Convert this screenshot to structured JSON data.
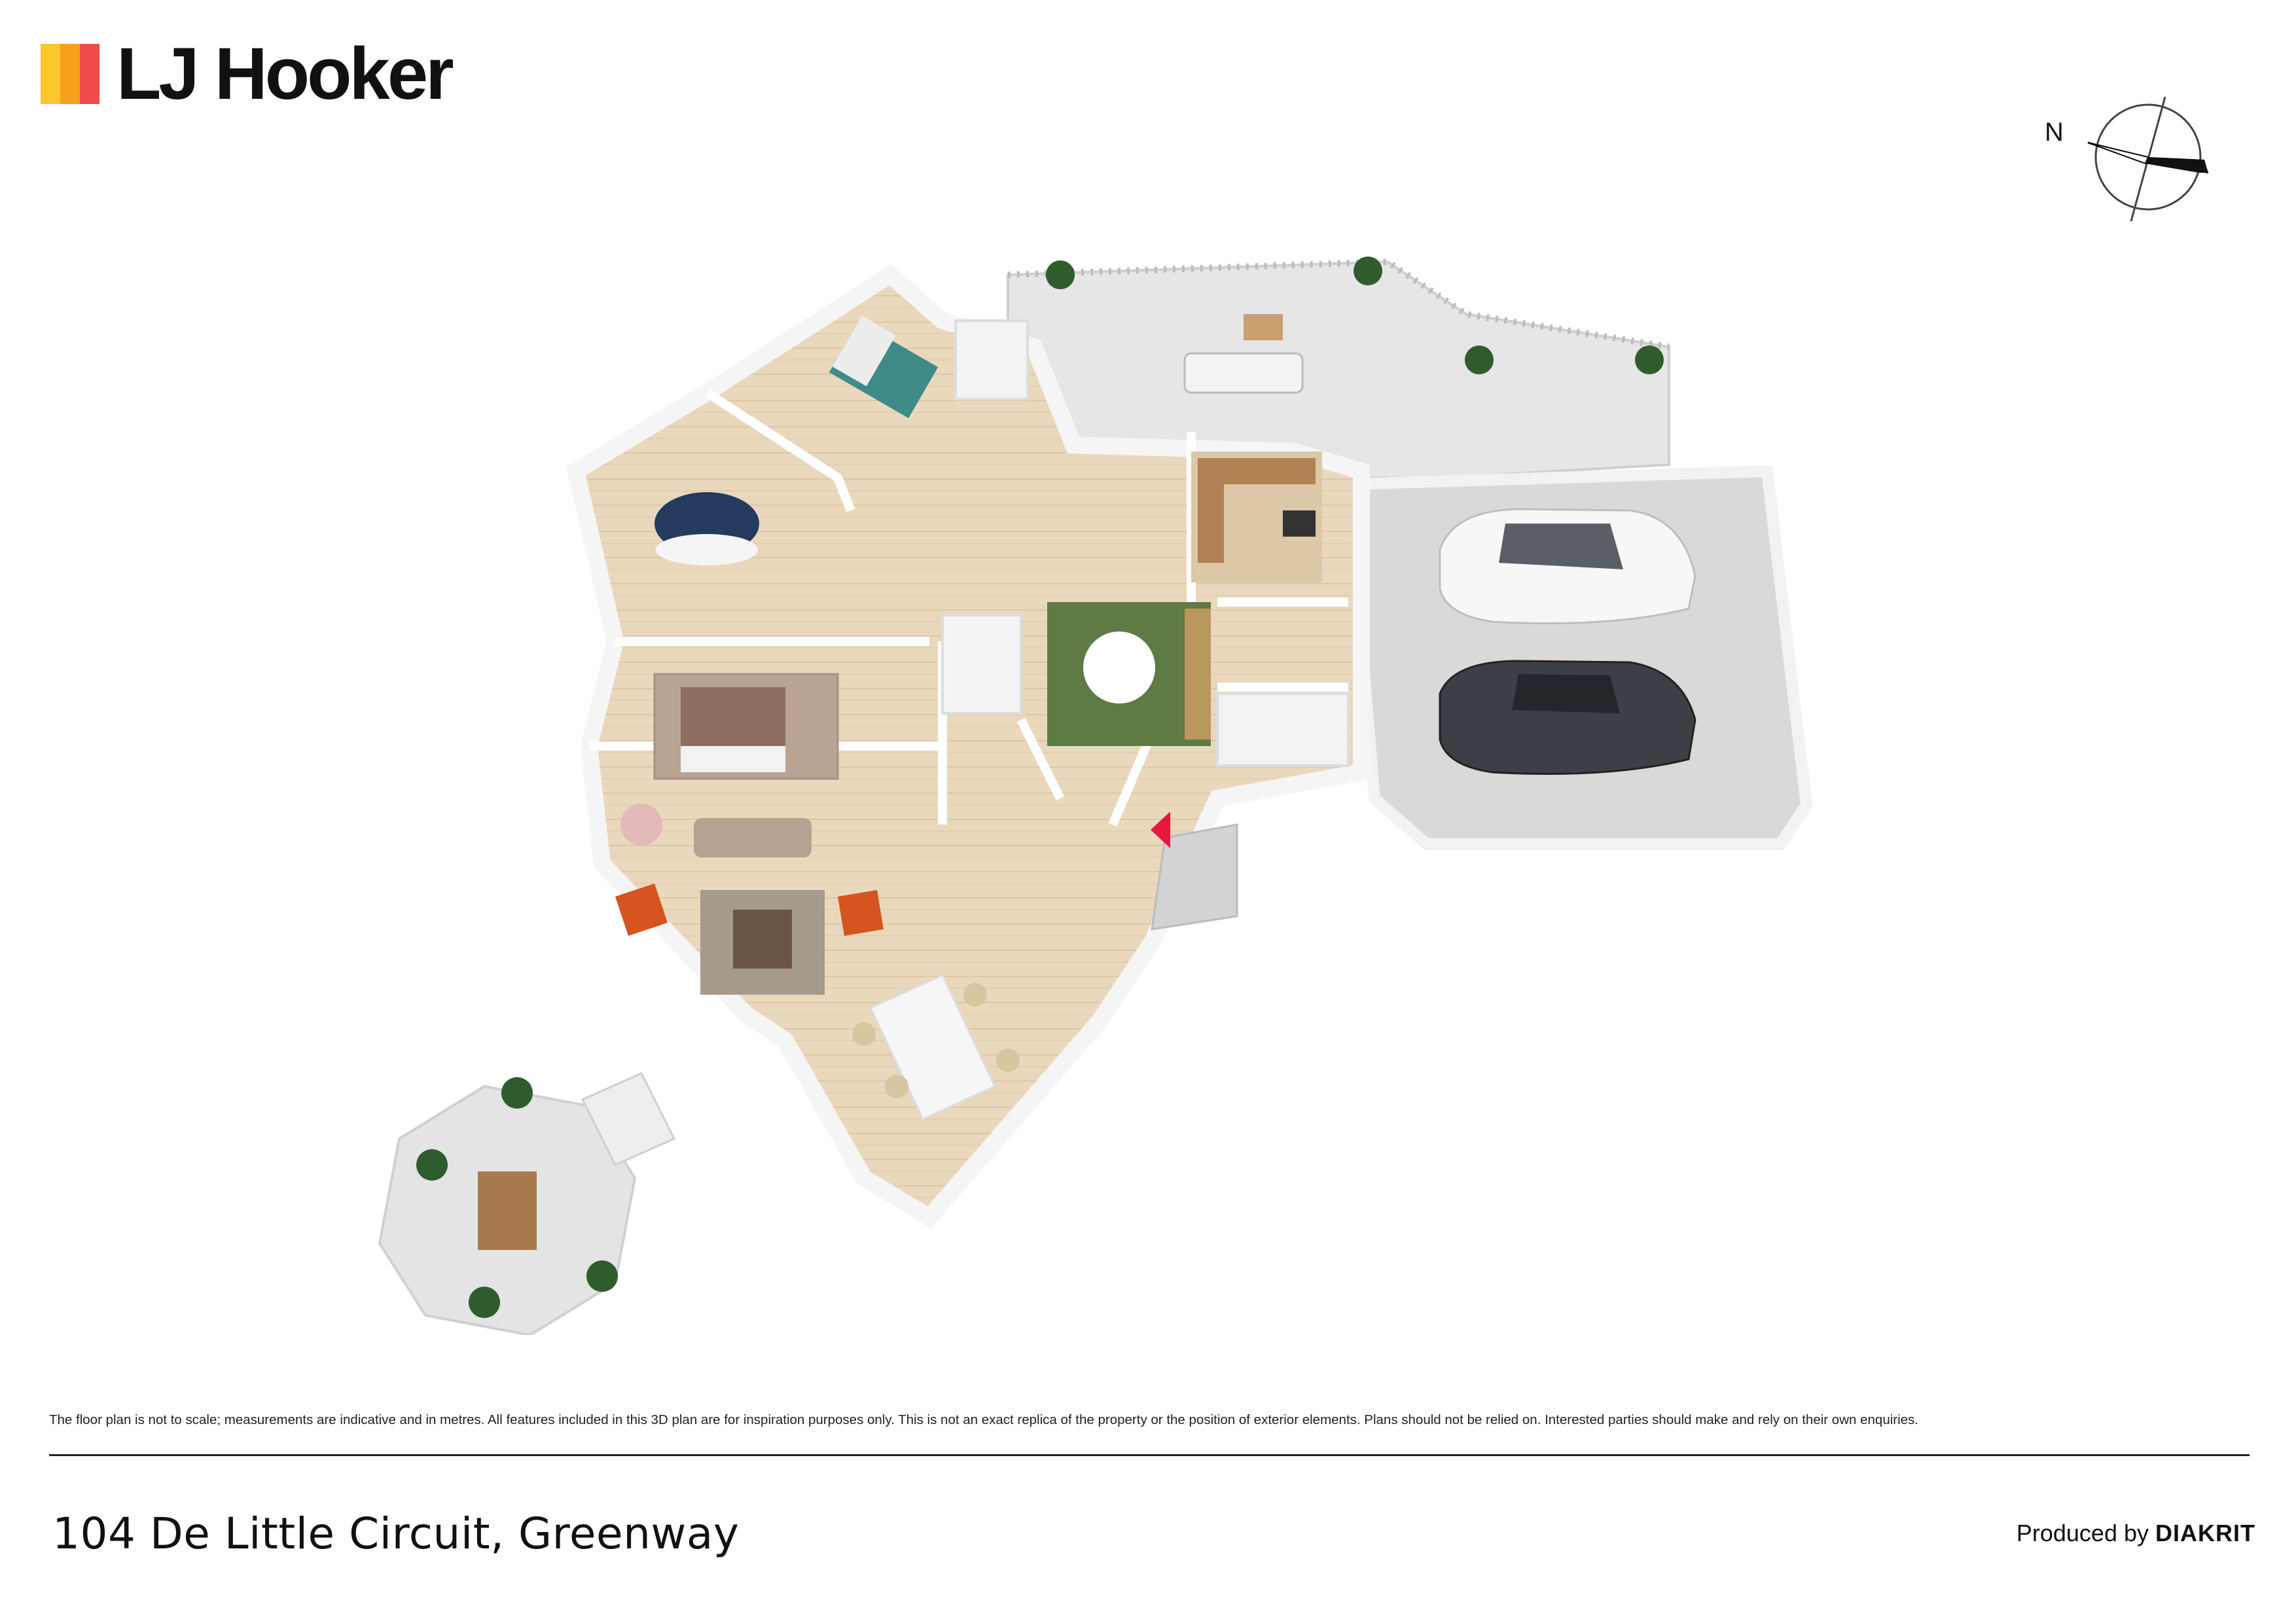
{
  "brand": {
    "name": "LJ Hooker",
    "bar_colors": [
      "#FFC72C",
      "#F8A01A",
      "#EF4B4B"
    ]
  },
  "compass": {
    "label": "N"
  },
  "plan": {
    "entry_marker_color": "#E5173F",
    "floor_color": "#E9D7BC",
    "wall_color": "#F4F4F4",
    "exterior_color": "#E3E3E3",
    "rug_green": "#5E7A45",
    "car_white": "#F5F5F5",
    "car_dark": "#3B3E45"
  },
  "footer": {
    "disclaimer": "The floor plan is not to scale; measurements are indicative and in metres. All features included in this 3D plan are for inspiration purposes only. This is not an exact replica of the property or the position of exterior elements. Plans should not be relied on. Interested parties should make and rely on their own enquiries.",
    "address": "104 De Little Circuit, Greenway",
    "produced_by_label": "Produced by",
    "produced_by_brand": "DIAKRIT"
  }
}
